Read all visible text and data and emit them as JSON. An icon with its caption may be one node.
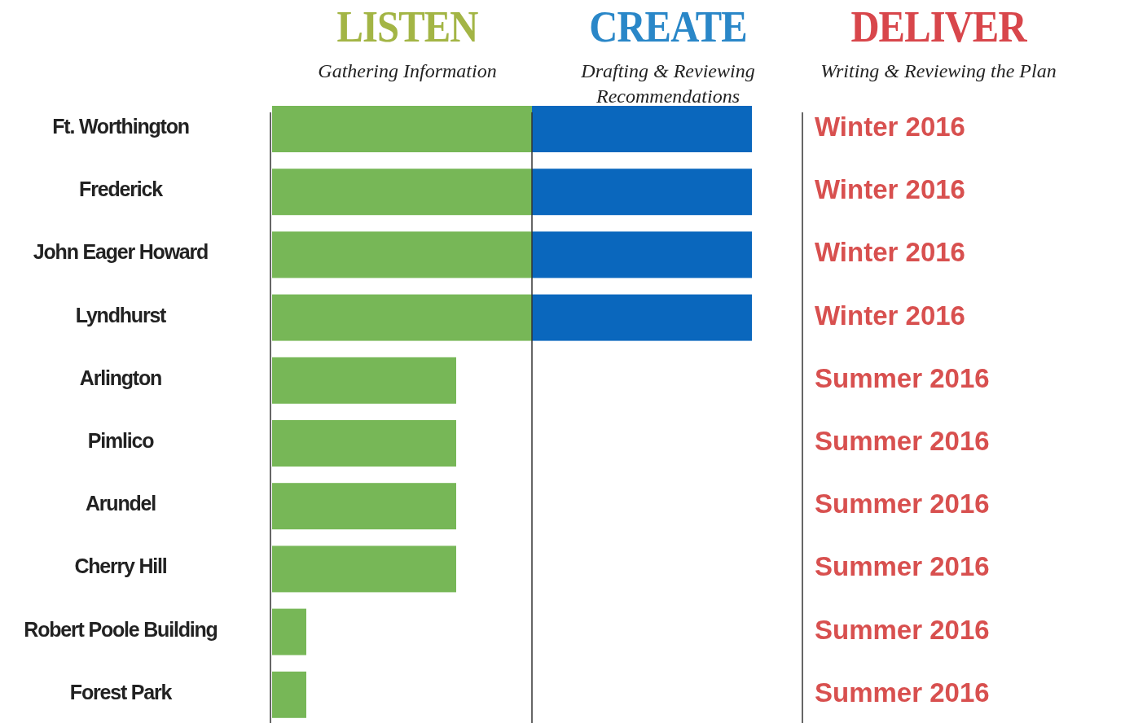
{
  "diagram": {
    "labels": [
      "LISTEN",
      "CREATE",
      "DELIVER",
      "Gathering Information",
      "Drafting & Reviewing Recommendations",
      "Writing & Reviewing the Plan",
      "Ft. Worthington",
      "Winter 2016",
      "Frederick",
      "Winter 2016",
      "John Eager Howard",
      "Winter 2016",
      "Lyndhurst",
      "Winter 2016",
      "Arlington",
      "Summer 2016",
      "Pimlico",
      "Summer 2016",
      "Arundel",
      "Summer 2016",
      "Cherry Hill",
      "Summer 2016",
      "Robert Poole Building",
      "Summer 2016",
      "Forest Park",
      "Summer 2016"
    ]
  }
}
